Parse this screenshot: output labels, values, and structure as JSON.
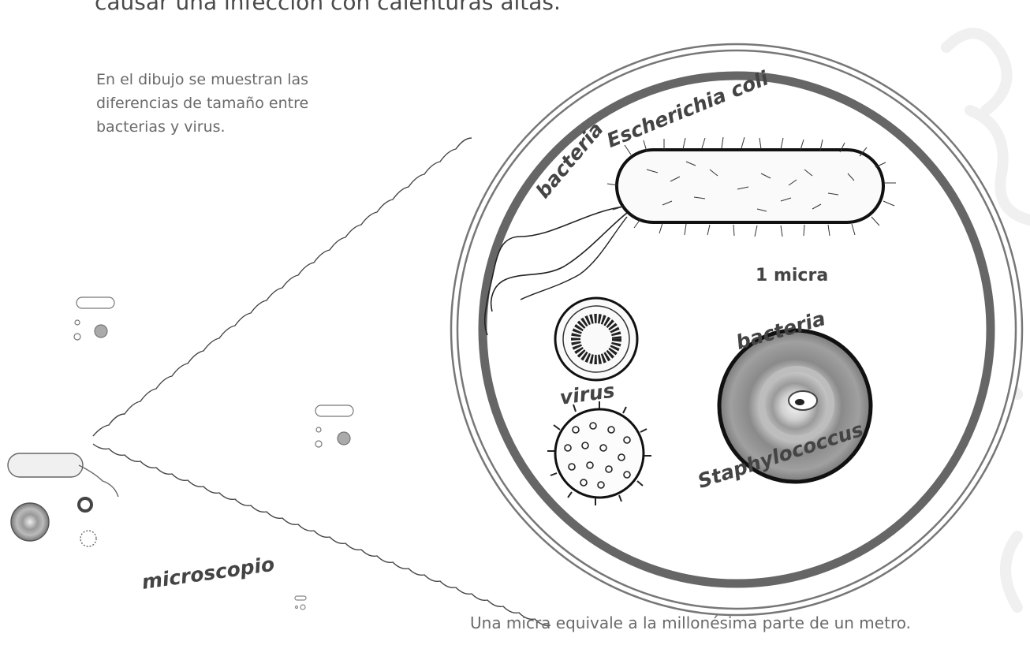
{
  "heading": "causar una infección con calenturas altas.",
  "intro": "En el dibujo se muestran las diferencias de tamaño entre bacterias y virus.",
  "footer": "Una micra equivale a la millonésima parte de un metro.",
  "labels": {
    "bacteria_top": "bacteria",
    "escherichia": "Escherichia coli",
    "micra": "1 micra",
    "bacteria_round": "bacteria",
    "virus": "virus",
    "staphylococcus": "Staphylococcus",
    "microscopio": "microscopio"
  }
}
